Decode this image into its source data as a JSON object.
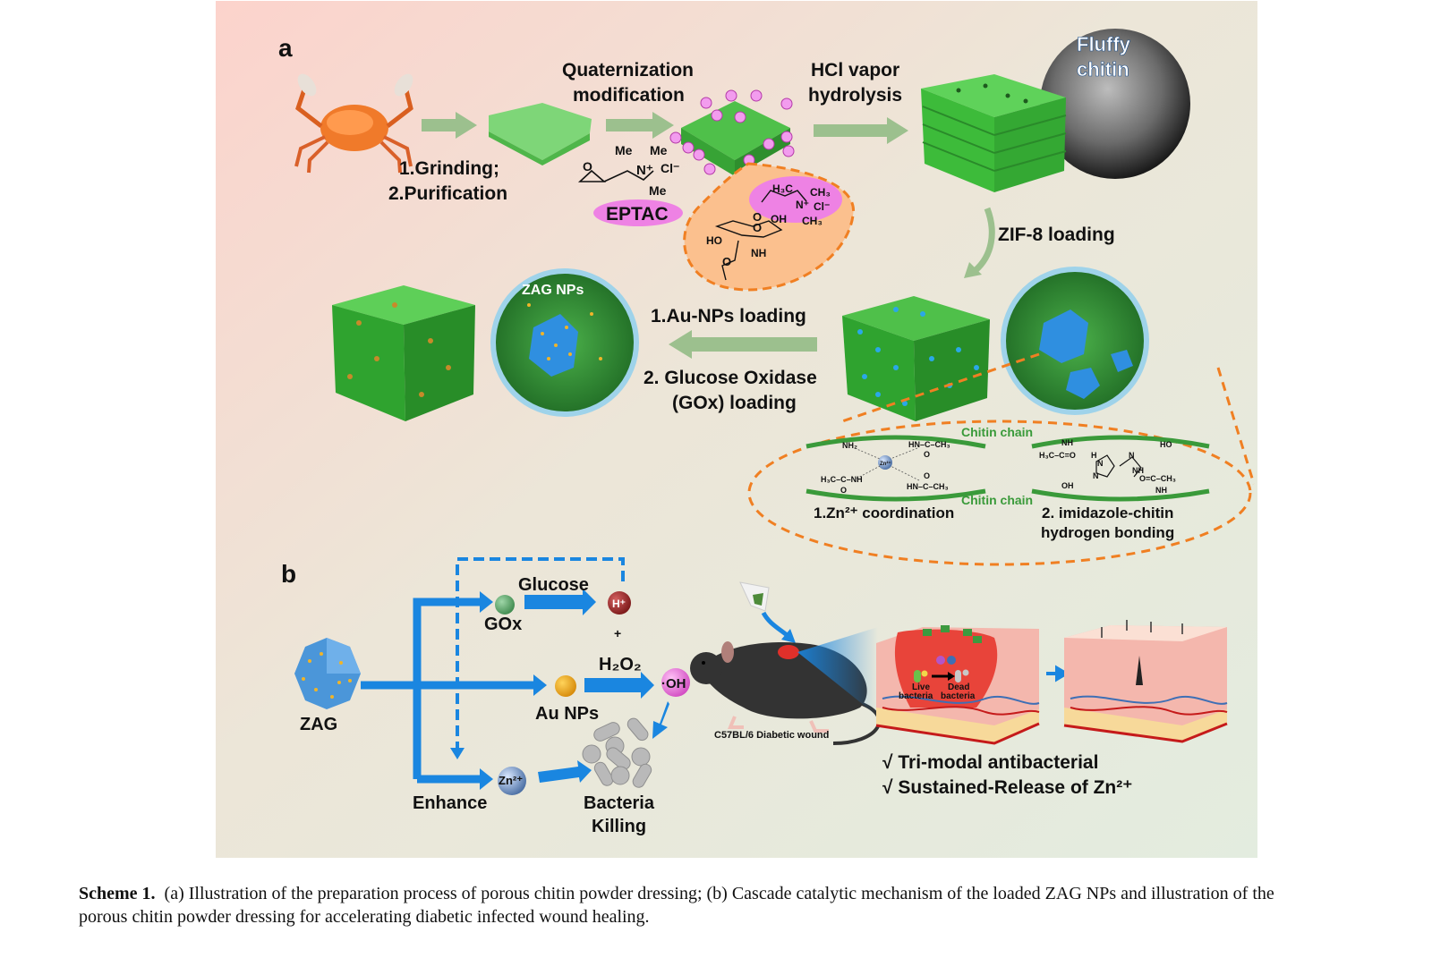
{
  "figure": {
    "panel_a": {
      "label": "a",
      "step1": [
        "1.Grinding;",
        "2.Purification"
      ],
      "step2": [
        "Quaternization",
        "modification"
      ],
      "eptac": {
        "me_top_left": "Me",
        "me_top_right": "Me",
        "n_plus": "N⁺",
        "cl": "Cl⁻",
        "me_bottom": "Me",
        "o": "O",
        "badge": "EPTAC"
      },
      "inset_chem": {
        "h3c": "H₃C",
        "ch3_top": "CH₃",
        "n_plus": "N⁺",
        "cl": "Cl⁻",
        "oh": "OH",
        "ch3_bottom": "CH₃",
        "o_link": "O",
        "o_ring": "O",
        "ho": "HO",
        "nh": "NH",
        "o_carbonyl": "O"
      },
      "step3": [
        "HCl vapor",
        "hydrolysis"
      ],
      "sem_label": [
        "Fluffy",
        "chitin"
      ],
      "step4": "ZIF-8 loading",
      "step5": [
        "1.Au-NPs loading",
        "2. Glucose Oxidase",
        "(GOx)  loading"
      ],
      "zag_label": "ZAG NPs",
      "chitin_chain_label": "Chitin chain",
      "mech1": {
        "title": "1.Zn²⁺ coordination",
        "groups": [
          "NH₂",
          "HN–C–CH₃",
          "O",
          "Zn²⁺",
          "H₃C–C–NH",
          "O",
          "O",
          "HN–C–CH₃"
        ]
      },
      "mech2": {
        "title": [
          "2. imidazole-chitin",
          "hydrogen bonding"
        ],
        "groups": [
          "NH",
          "H₃C–C=O",
          "H",
          "N",
          "HO",
          "N",
          "NH",
          "N",
          "OH",
          "O=C–CH₃",
          "NH"
        ]
      }
    },
    "panel_b": {
      "label": "b",
      "zag": "ZAG",
      "gox": "GOx",
      "glucose": "Glucose",
      "h_plus": "H⁺",
      "plus": "+",
      "h2o2": "H₂O₂",
      "oh_radical": "·OH",
      "au_nps": "Au NPs",
      "zn": "Zn²⁺",
      "enhance": "Enhance",
      "bacteria_killing": [
        "Bacteria",
        "Killing"
      ],
      "mouse_label": "C57BL/6 Diabetic wound",
      "wound_live": [
        "Live",
        "bacteria"
      ],
      "wound_dead": [
        "Dead",
        "bacteria"
      ],
      "benefits": [
        "√  Tri-modal antibacterial",
        "√  Sustained-Release of Zn²⁺"
      ]
    },
    "colors": {
      "arrow_blue": "#1a86e0",
      "arrow_green": "#9cc08e",
      "chitin_green": "#3fbf3a",
      "orange_dash": "#f07f22",
      "pink": "#ef7de0",
      "gox_green": "#4d9a5a",
      "h_red": "#9b2a2a",
      "au_gold": "#e6a11a",
      "zn_blue": "#7f9fcc"
    }
  },
  "caption": {
    "label": "Scheme 1.",
    "text_line1": "(a) Illustration of the preparation process of porous chitin powder dressing; (b) Cascade catalytic mechanism of the loaded ZAG NPs and illustration of the",
    "text_line2": "porous chitin powder dressing for accelerating diabetic infected wound healing."
  }
}
